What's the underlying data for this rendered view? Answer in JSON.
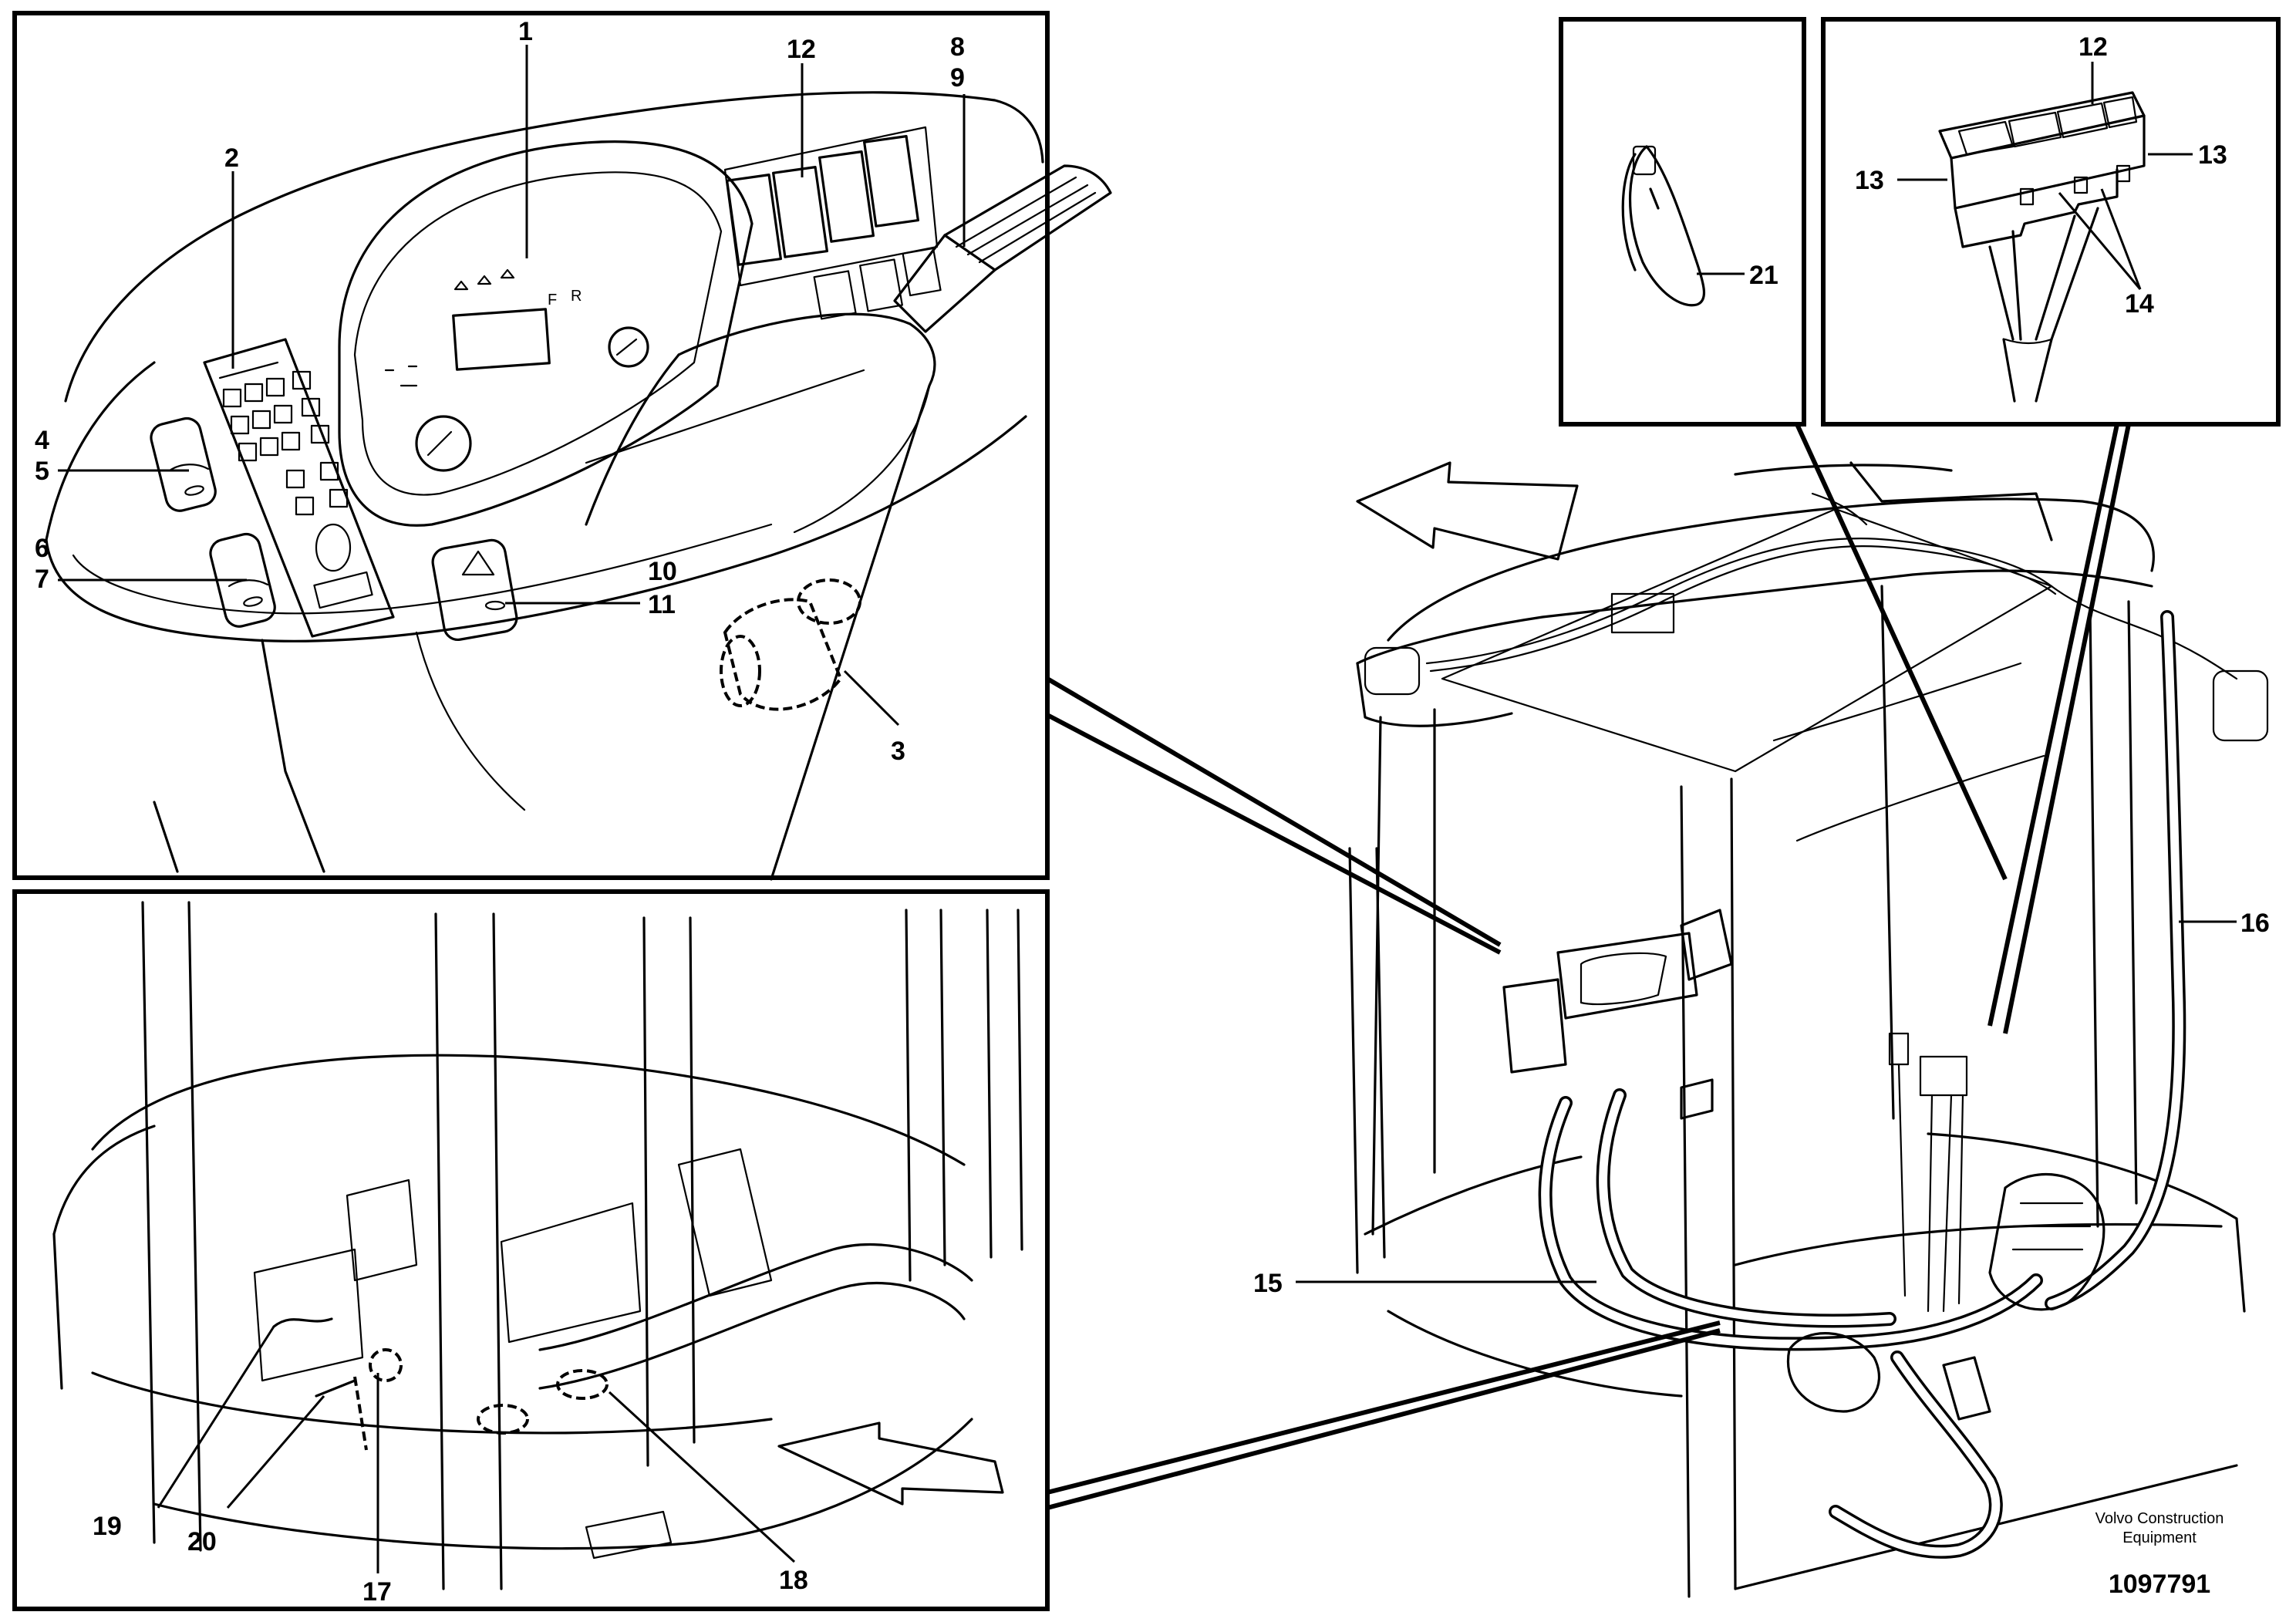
{
  "callouts": [
    {
      "id": "c1",
      "text": "1"
    },
    {
      "id": "c2",
      "text": "2"
    },
    {
      "id": "c3",
      "text": "3"
    },
    {
      "id": "c4",
      "text": "4"
    },
    {
      "id": "c5",
      "text": "5"
    },
    {
      "id": "c6",
      "text": "6"
    },
    {
      "id": "c7",
      "text": "7"
    },
    {
      "id": "c8",
      "text": "8"
    },
    {
      "id": "c9",
      "text": "9"
    },
    {
      "id": "c10",
      "text": "10"
    },
    {
      "id": "c11",
      "text": "11"
    },
    {
      "id": "c12a",
      "text": "12"
    },
    {
      "id": "c12b",
      "text": "12"
    },
    {
      "id": "c13a",
      "text": "13"
    },
    {
      "id": "c13b",
      "text": "13"
    },
    {
      "id": "c14",
      "text": "14"
    },
    {
      "id": "c15",
      "text": "15"
    },
    {
      "id": "c16",
      "text": "16"
    },
    {
      "id": "c17",
      "text": "17"
    },
    {
      "id": "c18",
      "text": "18"
    },
    {
      "id": "c19",
      "text": "19"
    },
    {
      "id": "c20",
      "text": "20"
    },
    {
      "id": "c21",
      "text": "21"
    }
  ],
  "panel_text": {
    "gear_f": "F",
    "gear_r": "R"
  },
  "footer": {
    "brand_line1": "Volvo Construction",
    "brand_line2": "Equipment",
    "doc_number": "1097791"
  }
}
